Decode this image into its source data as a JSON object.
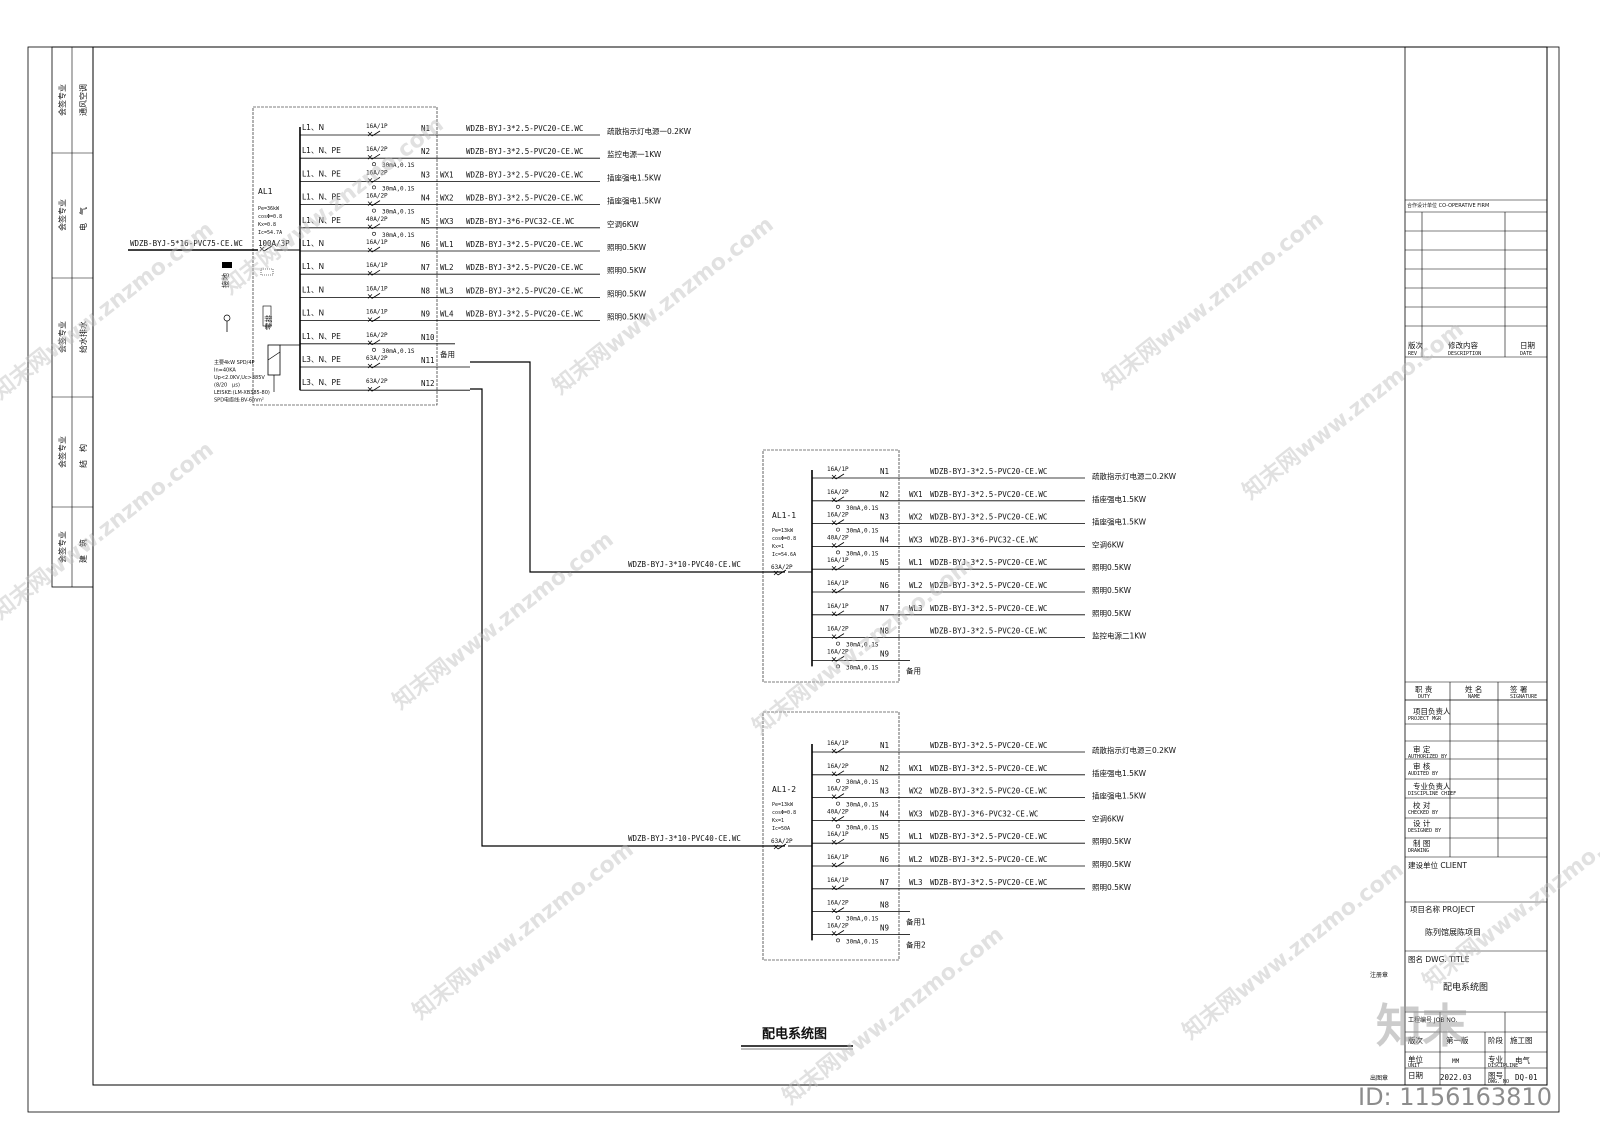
{
  "side_labels": [
    {
      "a": "会签专业",
      "b": "通风空调"
    },
    {
      "a": "会签专业",
      "b": "电　气"
    },
    {
      "a": "会签专业",
      "b": "给水排水"
    },
    {
      "a": "会签专业",
      "b": "结　构"
    },
    {
      "a": "会签专业",
      "b": "建　筑"
    }
  ],
  "main_panel": {
    "name": "AL1",
    "params": [
      "Pe=36kW",
      "cosΦ=0.8",
      "Kx=0.8",
      "Ic=54.7A"
    ],
    "incoming_cable": "WDZB-BYJ-5*16-PVC75-CE.WC",
    "main_breaker": "100A/3P",
    "spd_lines": [
      "主要4kW SPD/4P",
      "In=40KA",
      "Up<2.0KV,Uc>385V",
      "(8/20　μs)",
      "LEISKE:(LM-XB385-80)",
      "SPD电缆线:BV-6mm²"
    ],
    "labels_left": [
      "接地",
      "零排"
    ],
    "circuits": [
      {
        "phase": "L1、N",
        "breaker": "16A/1P",
        "rcd": "",
        "no": "N1",
        "code": "",
        "cable": "WDZB-BYJ-3*2.5-PVC20-CE.WC",
        "load": "疏散指示灯电源一0.2KW"
      },
      {
        "phase": "L1、N、PE",
        "breaker": "16A/2P",
        "rcd": "30mA,0.1S",
        "no": "N2",
        "code": "",
        "cable": "WDZB-BYJ-3*2.5-PVC20-CE.WC",
        "load": "监控电源一1KW"
      },
      {
        "phase": "L1、N、PE",
        "breaker": "16A/2P",
        "rcd": "30mA,0.1S",
        "no": "N3",
        "code": "WX1",
        "cable": "WDZB-BYJ-3*2.5-PVC20-CE.WC",
        "load": "插座强电1.5KW"
      },
      {
        "phase": "L1、N、PE",
        "breaker": "16A/2P",
        "rcd": "30mA,0.1S",
        "no": "N4",
        "code": "WX2",
        "cable": "WDZB-BYJ-3*2.5-PVC20-CE.WC",
        "load": "插座强电1.5KW"
      },
      {
        "phase": "L1、N、PE",
        "breaker": "40A/2P",
        "rcd": "30mA,0.1S",
        "no": "N5",
        "code": "WX3",
        "cable": "WDZB-BYJ-3*6-PVC32-CE.WC",
        "load": "空调6KW"
      },
      {
        "phase": "L1、N",
        "breaker": "16A/1P",
        "rcd": "",
        "no": "N6",
        "code": "WL1",
        "cable": "WDZB-BYJ-3*2.5-PVC20-CE.WC",
        "load": "照明0.5KW"
      },
      {
        "phase": "L1、N",
        "breaker": "16A/1P",
        "rcd": "",
        "no": "N7",
        "code": "WL2",
        "cable": "WDZB-BYJ-3*2.5-PVC20-CE.WC",
        "load": "照明0.5KW"
      },
      {
        "phase": "L1、N",
        "breaker": "16A/1P",
        "rcd": "",
        "no": "N8",
        "code": "WL3",
        "cable": "WDZB-BYJ-3*2.5-PVC20-CE.WC",
        "load": "照明0.5KW"
      },
      {
        "phase": "L1、N",
        "breaker": "16A/1P",
        "rcd": "",
        "no": "N9",
        "code": "WL4",
        "cable": "WDZB-BYJ-3*2.5-PVC20-CE.WC",
        "load": "照明0.5KW"
      },
      {
        "phase": "L1、N、PE",
        "breaker": "16A/2P",
        "rcd": "30mA,0.1S",
        "no": "N10",
        "code": "",
        "cable": "",
        "load": "备用"
      },
      {
        "phase": "L3、N、PE",
        "breaker": "63A/2P",
        "rcd": "",
        "no": "N11",
        "code": "",
        "cable": "",
        "load": ""
      },
      {
        "phase": "L3、N、PE",
        "breaker": "63A/2P",
        "rcd": "",
        "no": "N12",
        "code": "",
        "cable": "",
        "load": ""
      }
    ]
  },
  "sub_panels": [
    {
      "name": "AL1-1",
      "params": [
        "Pe=13kW",
        "cosΦ=0.8",
        "Kx=1",
        "Ic=54.6A"
      ],
      "incoming_cable": "WDZB-BYJ-3*10-PVC40-CE.WC",
      "main_breaker": "63A/2P",
      "circuits": [
        {
          "breaker": "16A/1P",
          "rcd": "",
          "no": "N1",
          "code": "",
          "cable": "WDZB-BYJ-3*2.5-PVC20-CE.WC",
          "load": "疏散指示灯电源二0.2KW"
        },
        {
          "breaker": "16A/2P",
          "rcd": "30mA,0.1S",
          "no": "N2",
          "code": "WX1",
          "cable": "WDZB-BYJ-3*2.5-PVC20-CE.WC",
          "load": "插座强电1.5KW"
        },
        {
          "breaker": "16A/2P",
          "rcd": "30mA,0.1S",
          "no": "N3",
          "code": "WX2",
          "cable": "WDZB-BYJ-3*2.5-PVC20-CE.WC",
          "load": "插座强电1.5KW"
        },
        {
          "breaker": "40A/2P",
          "rcd": "30mA,0.1S",
          "no": "N4",
          "code": "WX3",
          "cable": "WDZB-BYJ-3*6-PVC32-CE.WC",
          "load": "空调6KW"
        },
        {
          "breaker": "16A/1P",
          "rcd": "",
          "no": "N5",
          "code": "WL1",
          "cable": "WDZB-BYJ-3*2.5-PVC20-CE.WC",
          "load": "照明0.5KW"
        },
        {
          "breaker": "16A/1P",
          "rcd": "",
          "no": "N6",
          "code": "WL2",
          "cable": "WDZB-BYJ-3*2.5-PVC20-CE.WC",
          "load": "照明0.5KW"
        },
        {
          "breaker": "16A/1P",
          "rcd": "",
          "no": "N7",
          "code": "WL3",
          "cable": "WDZB-BYJ-3*2.5-PVC20-CE.WC",
          "load": "照明0.5KW"
        },
        {
          "breaker": "16A/2P",
          "rcd": "30mA,0.1S",
          "no": "N8",
          "code": "",
          "cable": "WDZB-BYJ-3*2.5-PVC20-CE.WC",
          "load": "监控电源二1KW"
        },
        {
          "breaker": "16A/2P",
          "rcd": "30mA,0.1S",
          "no": "N9",
          "code": "",
          "cable": "",
          "load": "备用"
        }
      ]
    },
    {
      "name": "AL1-2",
      "params": [
        "Pe=13kW",
        "cosΦ=0.8",
        "Kx=1",
        "Ic=50A"
      ],
      "incoming_cable": "WDZB-BYJ-3*10-PVC40-CE.WC",
      "main_breaker": "63A/2P",
      "circuits": [
        {
          "breaker": "16A/1P",
          "rcd": "",
          "no": "N1",
          "code": "",
          "cable": "WDZB-BYJ-3*2.5-PVC20-CE.WC",
          "load": "疏散指示灯电源三0.2KW"
        },
        {
          "breaker": "16A/2P",
          "rcd": "30mA,0.1S",
          "no": "N2",
          "code": "WX1",
          "cable": "WDZB-BYJ-3*2.5-PVC20-CE.WC",
          "load": "插座强电1.5KW"
        },
        {
          "breaker": "16A/2P",
          "rcd": "30mA,0.1S",
          "no": "N3",
          "code": "WX2",
          "cable": "WDZB-BYJ-3*2.5-PVC20-CE.WC",
          "load": "插座强电1.5KW"
        },
        {
          "breaker": "40A/2P",
          "rcd": "30mA,0.1S",
          "no": "N4",
          "code": "WX3",
          "cable": "WDZB-BYJ-3*6-PVC32-CE.WC",
          "load": "空调6KW"
        },
        {
          "breaker": "16A/1P",
          "rcd": "",
          "no": "N5",
          "code": "WL1",
          "cable": "WDZB-BYJ-3*2.5-PVC20-CE.WC",
          "load": "照明0.5KW"
        },
        {
          "breaker": "16A/1P",
          "rcd": "",
          "no": "N6",
          "code": "WL2",
          "cable": "WDZB-BYJ-3*2.5-PVC20-CE.WC",
          "load": "照明0.5KW"
        },
        {
          "breaker": "16A/1P",
          "rcd": "",
          "no": "N7",
          "code": "WL3",
          "cable": "WDZB-BYJ-3*2.5-PVC20-CE.WC",
          "load": "照明0.5KW"
        },
        {
          "breaker": "16A/2P",
          "rcd": "30mA,0.1S",
          "no": "N8",
          "code": "",
          "cable": "",
          "load": "备用1"
        },
        {
          "breaker": "16A/2P",
          "rcd": "30mA,0.1S",
          "no": "N9",
          "code": "",
          "cable": "",
          "load": "备用2"
        }
      ]
    }
  ],
  "drawing_title": "配电系统图",
  "title_block": {
    "company": "合作设计单位",
    "company_en": "CO-OPERATIVE FIRM",
    "rev_header": [
      "版次",
      "修改内容",
      "日期"
    ],
    "rev_header_en": [
      "REV",
      "DESCRIPTION",
      "DATE"
    ],
    "duty_header": [
      "职 责",
      "姓 名",
      "签 署"
    ],
    "duty_header_en": [
      "DUTY",
      "NAME",
      "SIGNATURE"
    ],
    "roles": [
      {
        "cn": "项目负责人",
        "en": "PROJECT MGR"
      },
      {
        "cn": "审 定",
        "en": "AUTHORIZED BY"
      },
      {
        "cn": "审 核",
        "en": "AUDITED BY"
      },
      {
        "cn": "专业负责人",
        "en": "DISCIPLINE CHIEF"
      },
      {
        "cn": "校 对",
        "en": "CHECKED BY"
      },
      {
        "cn": "设 计",
        "en": "DESIGNED BY"
      },
      {
        "cn": "制 图",
        "en": "DRAWING"
      }
    ],
    "client_label": "建设单位",
    "client_en": "CLIENT",
    "project_label": "项目名称",
    "project_en": "PROJECT",
    "project_name": "陈列馆展陈项目",
    "dwg_label": "图名",
    "dwg_en": "DWG. TITLE",
    "dwg_title": "配电系统图",
    "reg_stamp": "注册章",
    "out_stamp": "出图章",
    "job_no": "工程编号",
    "job_no_en": "JOB NO.",
    "version_label": "版次",
    "version_value": "第一版",
    "stage_label": "阶段",
    "stage_value": "施工图",
    "unit_label": "单位",
    "unit_en": "UNIT",
    "unit_value": "MM",
    "discipline_label": "专业",
    "discipline_en": "DISCIPLINE",
    "discipline_value": "电气",
    "date_label": "日期",
    "date_value": "2022.03",
    "dwg_no_label": "图号",
    "dwg_no_en": "DWG. NO",
    "dwg_no_value": "DQ-01"
  },
  "watermark": {
    "text": "知末网www.znzmo.com",
    "logo": "知末",
    "id": "ID: 1156163810"
  }
}
